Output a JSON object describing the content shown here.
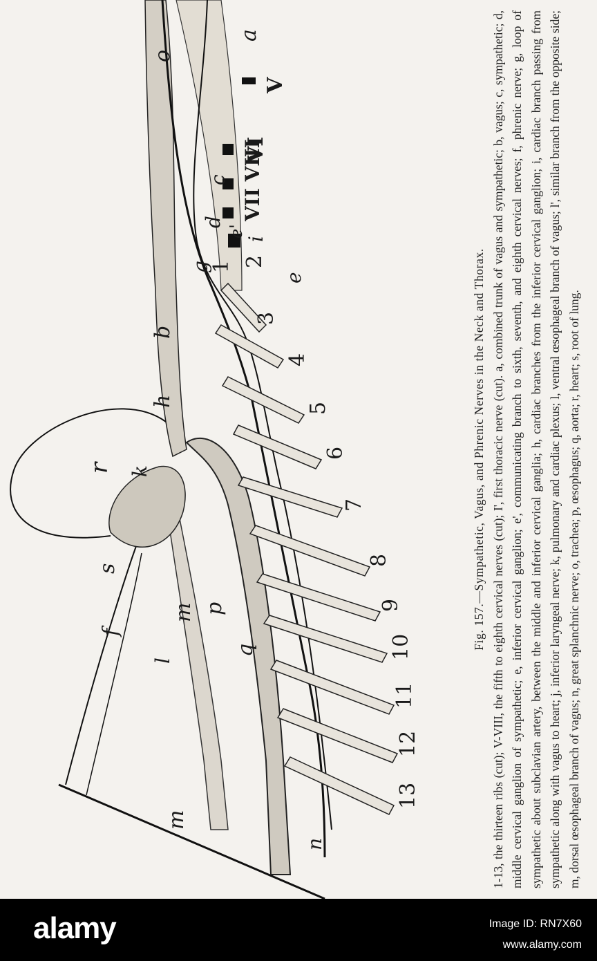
{
  "figure": {
    "rib_numbers": [
      "3",
      "4",
      "5",
      "6",
      "7",
      "8",
      "9",
      "10",
      "11",
      "12",
      "13"
    ],
    "roman_labels": [
      "V",
      "VI",
      "VII VIII"
    ],
    "roman_combined": "VIII",
    "letter_labels": [
      "a",
      "b",
      "c",
      "d",
      "e",
      "e'",
      "f",
      "g",
      "h",
      "i",
      "k",
      "l",
      "m",
      "n",
      "o",
      "p",
      "q",
      "r",
      "s"
    ],
    "upper_numbers": [
      "1",
      "2"
    ]
  },
  "caption": {
    "title": "Fig. 157.—Sympathetic, Vagus, and Phrenic Nerves in the Neck and Thorax.",
    "body": "1-13, the thirteen ribs (cut); V-VIII, the fifth to eighth cervical nerves (cut); I', first thoracic nerve (cut). a, combined trunk of vagus and sympathetic; b, vagus; c, sympathetic; d, middle cervical ganglion of sympathetic; e, inferior cervical ganglion; e', communicating branch to sixth, seventh, and eighth cervical nerves; f, phrenic nerve; g, loop of sympathetic about subclavian artery, between the middle and inferior cervical ganglia; h, cardiac branches from the inferior cervical ganglion; i, cardiac branch passing from sympathetic along with vagus to heart; j, inferior laryngeal nerve; k, pulmonary and cardiac plexus; l, ventral œsophageal branch of vagus; l', similar branch from the opposite side; m, dorsal œsophageal branch of vagus; n, great splanchnic nerve; o, trachea; p, œsophagus; q, aorta; r, heart; s, root of lung."
  },
  "footer": {
    "logo": "alamy",
    "image_id": "Image ID: RN7X60",
    "site": "www.alamy.com"
  }
}
